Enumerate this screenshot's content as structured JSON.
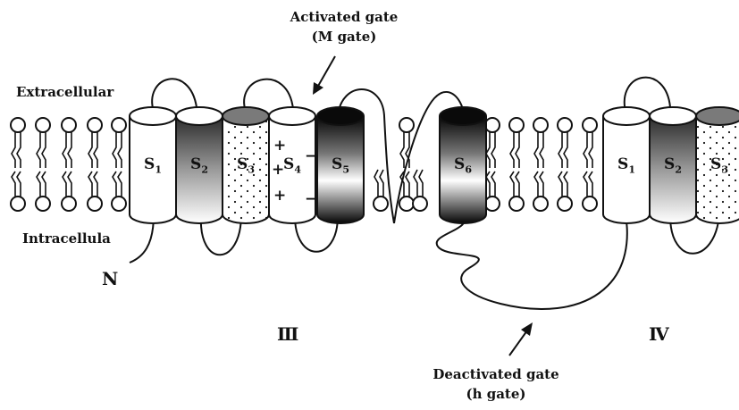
{
  "labels": {
    "extracellular": "Extracellular",
    "intracellular": "Intracellula",
    "n_terminus": "N",
    "activated_gate_line1": "Activated gate",
    "activated_gate_line2": "(M gate)",
    "deactivated_gate_line1": "Deactivated gate",
    "deactivated_gate_line2": "(h gate)",
    "domain_iii": "Ⅲ",
    "domain_iv": "Ⅳ"
  },
  "segments": [
    {
      "letter": "S",
      "num": "1",
      "fill": "white"
    },
    {
      "letter": "S",
      "num": "2",
      "fill": "gradient"
    },
    {
      "letter": "S",
      "num": "3",
      "fill": "dots"
    },
    {
      "letter": "S",
      "num": "4",
      "fill": "white"
    },
    {
      "letter": "S",
      "num": "5",
      "fill": "dark-gradient"
    },
    {
      "letter": "S",
      "num": "6",
      "fill": "dark-gradient"
    },
    {
      "letter": "S",
      "num": "1",
      "fill": "white"
    },
    {
      "letter": "S",
      "num": "2",
      "fill": "gradient"
    },
    {
      "letter": "S",
      "num": "3",
      "fill": "dots"
    }
  ],
  "s4_charges": {
    "plus": "+",
    "minus": "−"
  },
  "colors": {
    "stroke": "#111111",
    "dark": "#0a0a0a",
    "grey_top": "#7a7a7a"
  }
}
